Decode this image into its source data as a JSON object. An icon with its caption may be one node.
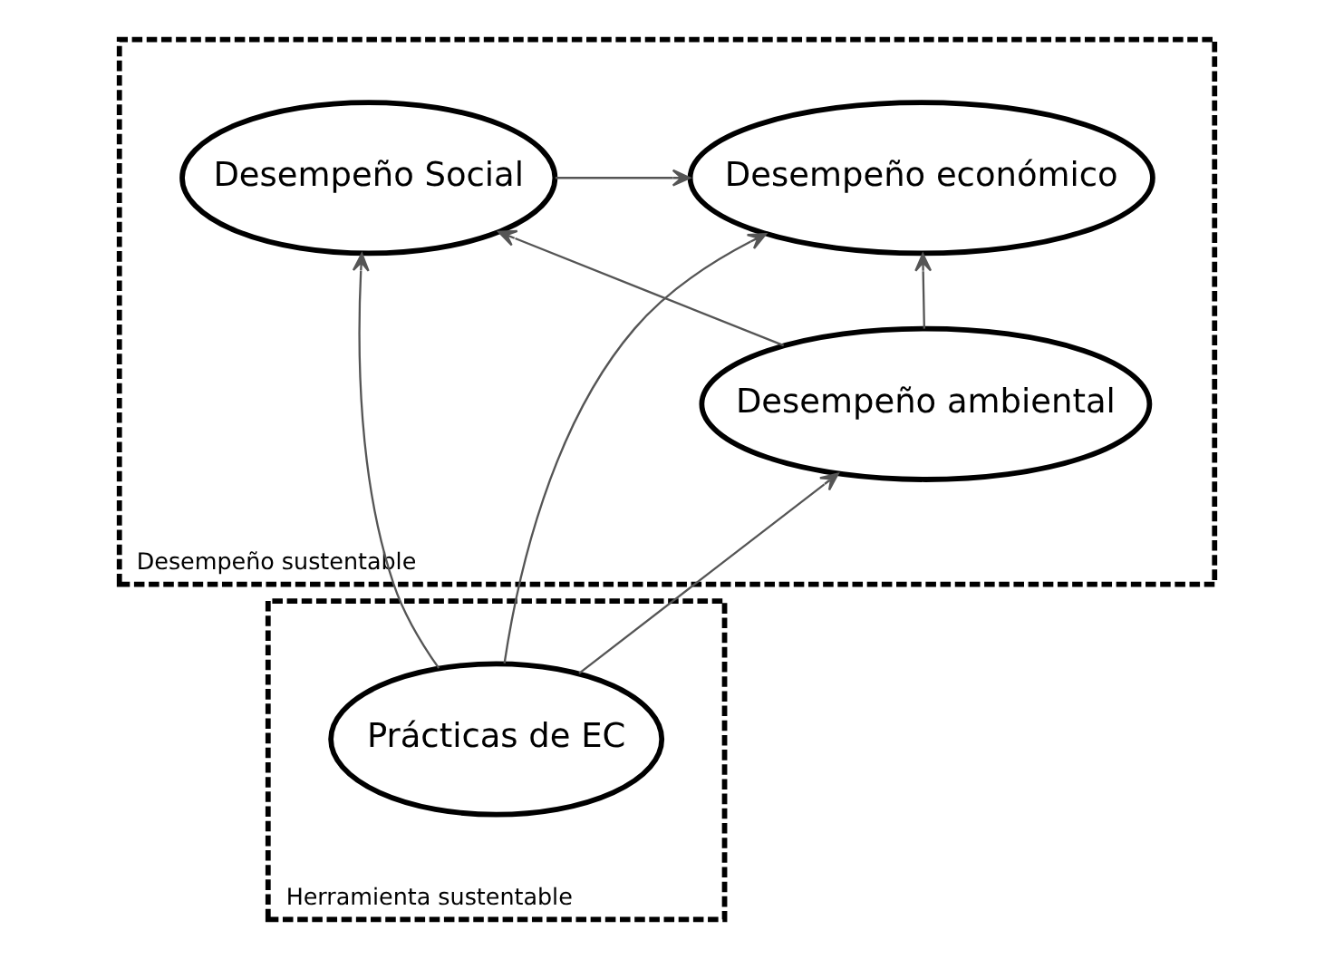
{
  "diagram": {
    "nodes": [
      {
        "text": [
          "Desempeño sustentable"
        ]
      },
      {
        "text": [
          "Desempeño Social"
        ],
        "in": 0
      },
      {
        "text": [
          "Desempeño económico"
        ],
        "in": 0
      },
      {
        "text": [
          "Desempeño ambiental"
        ],
        "in": 0
      },
      {
        "text": [
          "Herramienta sustentable"
        ]
      },
      {
        "text": [
          "Prácticas de EC"
        ],
        "in": 4
      }
    ],
    "edges": [
      {
        "from": 1,
        "to": 2,
        "arrow": "to"
      },
      {
        "from": 3,
        "to": 1,
        "arrow": "to"
      },
      {
        "from": 3,
        "to": 2,
        "arrow": "to"
      },
      {
        "from": 5,
        "to": 1,
        "arrow": "to"
      },
      {
        "from": 5,
        "to": 3,
        "arrow": "to"
      },
      {
        "from": 5,
        "to": 2,
        "arrow": "to"
      }
    ]
  }
}
